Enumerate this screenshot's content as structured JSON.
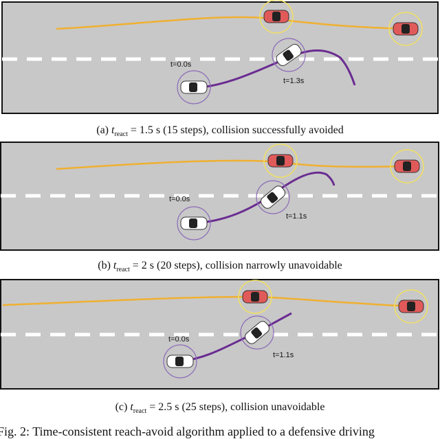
{
  "panels": [
    {
      "caption_prefix": "(a)",
      "t_symbol": "t",
      "t_subscript": "react",
      "caption_rest": "= 1.5 s (15 steps), collision successfully avoided",
      "label_start": "t=0.0s",
      "label_react": "t=1.3s"
    },
    {
      "caption_prefix": "(b)",
      "t_symbol": "t",
      "t_subscript": "react",
      "caption_rest": "= 2 s (20 steps), collision narrowly unavoidable",
      "label_start": "t=0.0s",
      "label_react": "t=1.1s"
    },
    {
      "caption_prefix": "(c)",
      "t_symbol": "t",
      "t_subscript": "react",
      "caption_rest": "= 2.5 s (25 steps), collision unavoidable",
      "label_start": "t=0.0s",
      "label_react": "t=1.1s"
    }
  ],
  "figure_caption": "Fig. 2: Time-consistent reach-avoid algorithm applied to a defensive driving",
  "colors": {
    "road": "#c8c8c8",
    "lane_marking": "#ffffff",
    "other_path": "#f0b030",
    "ego_path": "#6a2c91",
    "other_car": "#e05a5a",
    "ego_car": "#ffffff",
    "other_circle": "#f2e060",
    "ego_circle": "#8a6ab8"
  }
}
